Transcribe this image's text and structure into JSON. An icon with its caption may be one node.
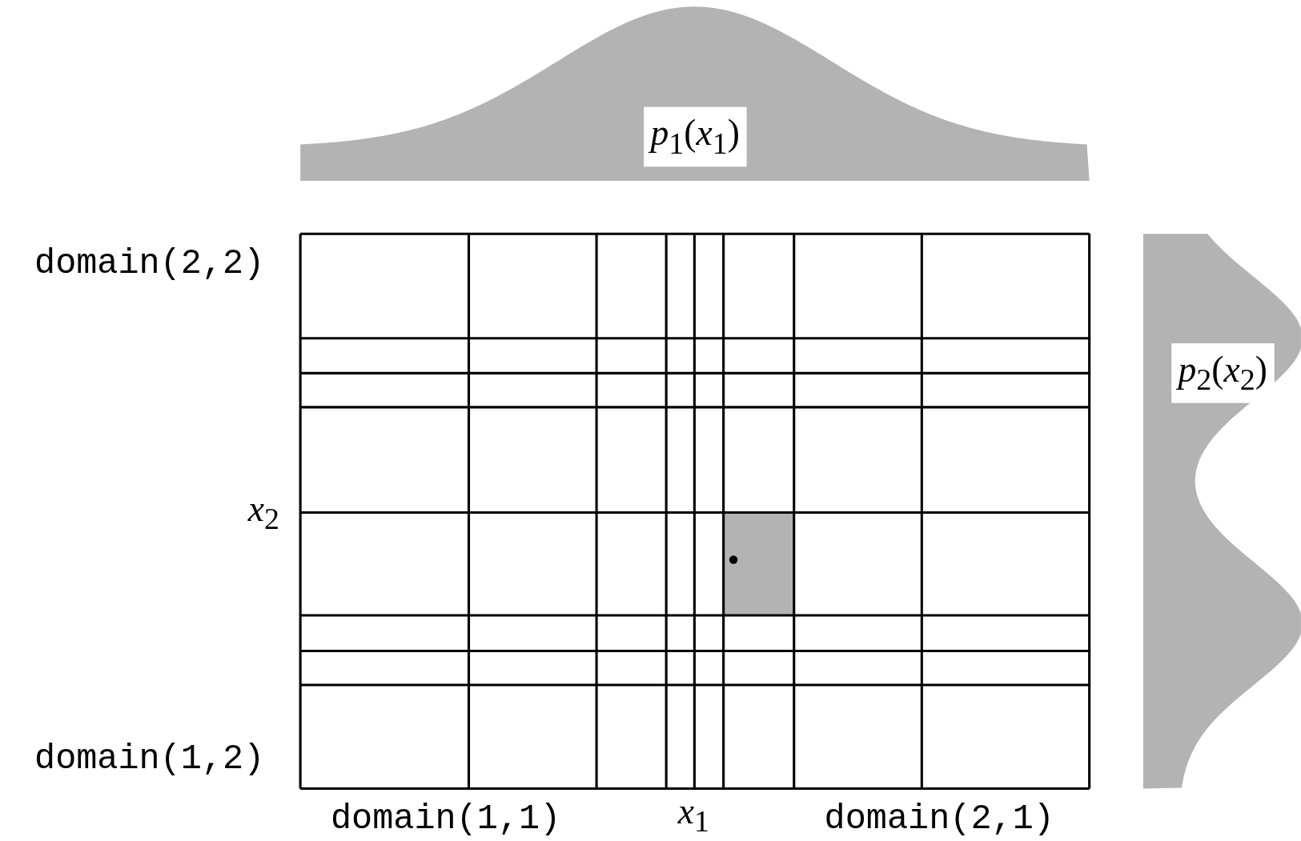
{
  "diagram": {
    "labels": [
      "*p*$_{1}$(*x*$_{1}$)",
      "domain(2,2)",
      "*p*$_{2}$(*x*$_{2}$)",
      "*x*$_{2}$",
      "domain(1,2)",
      "domain(1,1)",
      "*x*$_{1}$",
      "domain(2,1)"
    ]
  }
}
